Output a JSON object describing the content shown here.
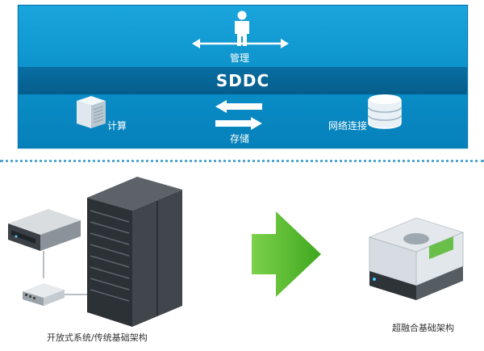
{
  "panel": {
    "band_title": "SDDC",
    "management_label": "管理",
    "compute_label": "计算",
    "storage_label": "存储",
    "network_label": "网络连接"
  },
  "traditional": {
    "caption": "开放式系统/传统基础架构"
  },
  "hyperconverged": {
    "caption": "超融合基础架构"
  },
  "colors": {
    "panel": "#0a8fc8",
    "band": "#065d8b",
    "arrow": "#5fbf33",
    "divider": "#52a7cf"
  }
}
